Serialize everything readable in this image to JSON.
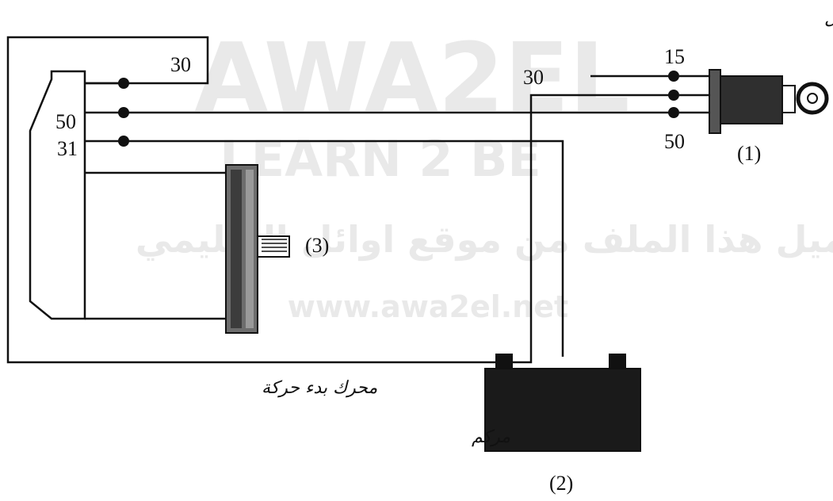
{
  "terminals": {
    "box_30": "30",
    "motor_50": "50",
    "motor_31": "31",
    "wire_30": "30",
    "switch_15": "15",
    "switch_50": "50"
  },
  "components": {
    "switch_number": "(1)",
    "battery_number": "(2)",
    "motor_number": "(3)"
  },
  "arabic_labels": {
    "switch_label": "مفتاح تشغيل",
    "motor_label": "محرك بدء حركة",
    "battery_label": "مركم"
  },
  "watermark": {
    "brand": "AWA2EL",
    "slogan": "LEARN 2 BE",
    "arabic": "تم تحميل هذا الملف من موقع اوائل التعليمي",
    "url": "www.awa2el.net"
  },
  "colors": {
    "ink": "#111111",
    "watermark": "#e9e9e9"
  }
}
